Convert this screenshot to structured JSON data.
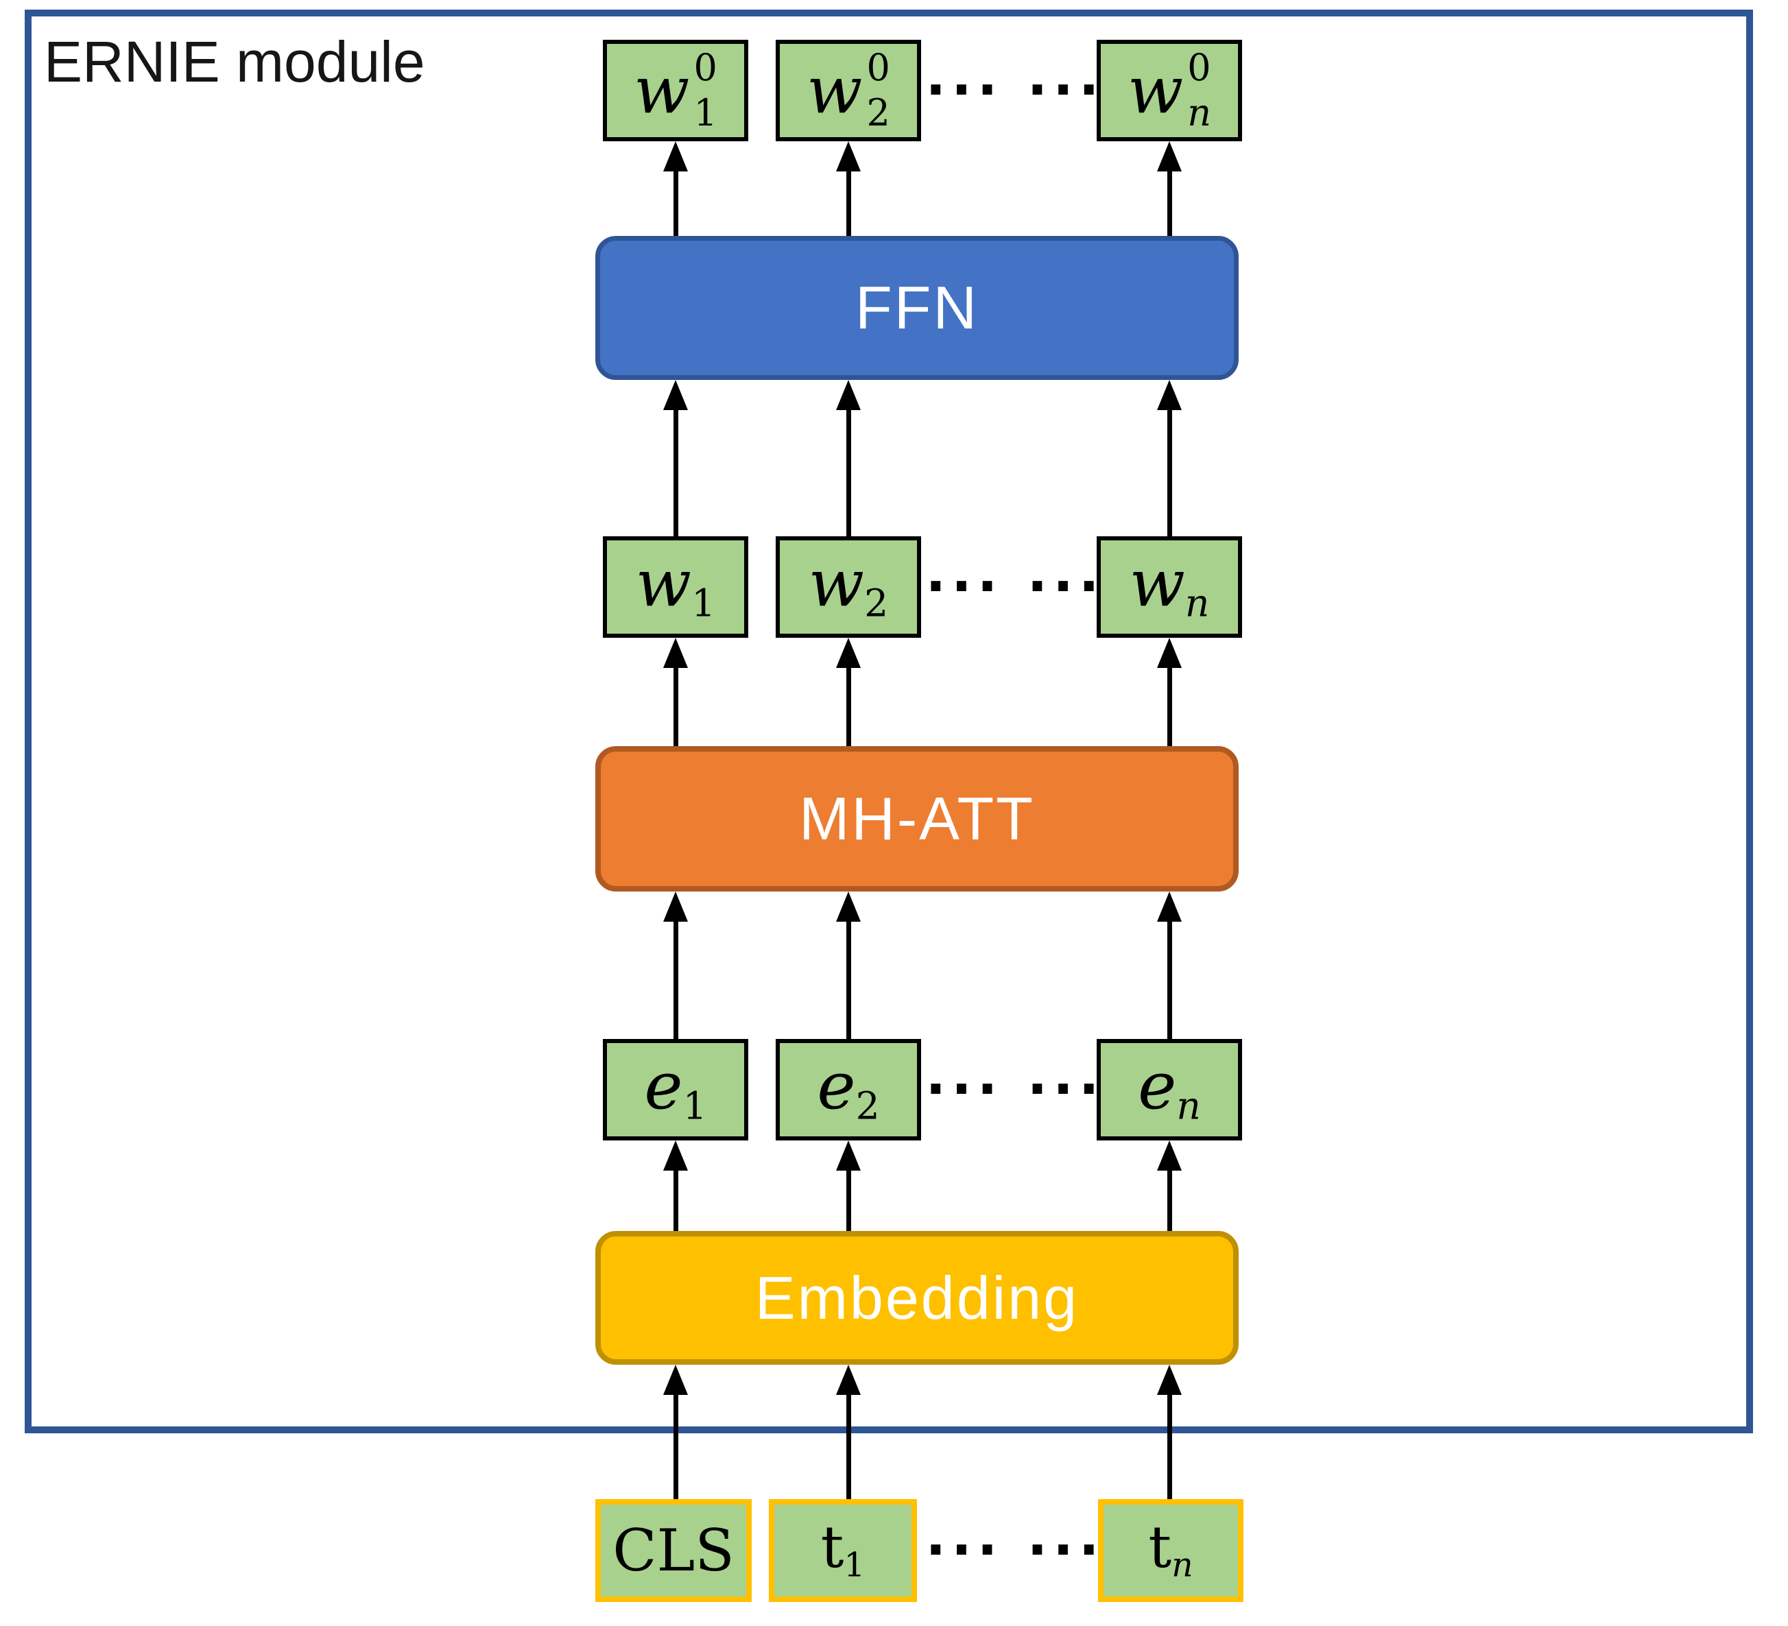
{
  "title": "ERNIE module",
  "colors": {
    "outer_border": "#2E5596",
    "node_fill": "#A9D18E",
    "node_border": "#000000",
    "input_node_border": "#FFC000",
    "ffn_fill": "#4472C4",
    "ffn_border": "#2F5597",
    "mh_att_fill": "#ED7D31",
    "mh_att_border": "#B05A21",
    "embedding_fill": "#FFC000",
    "embedding_border": "#BF9000",
    "arrow": "#000000",
    "big_label_text": "#FFFFFF"
  },
  "layers": {
    "ffn": {
      "label": "FFN"
    },
    "mh_att": {
      "label": "MH-ATT"
    },
    "embedding": {
      "label": "Embedding"
    }
  },
  "rows": {
    "output": {
      "dots": "··· ···",
      "cells": [
        {
          "base": "w",
          "sub": "1",
          "sup": "0"
        },
        {
          "base": "w",
          "sub": "2",
          "sup": "0"
        },
        {
          "base": "w",
          "sub": "n",
          "sup": "0"
        }
      ]
    },
    "hidden": {
      "dots": "··· ···",
      "cells": [
        {
          "base": "w",
          "sub": "1"
        },
        {
          "base": "w",
          "sub": "2"
        },
        {
          "base": "w",
          "sub": "n"
        }
      ]
    },
    "embeddings": {
      "dots": "··· ···",
      "cells": [
        {
          "base": "e",
          "sub": "1"
        },
        {
          "base": "e",
          "sub": "2"
        },
        {
          "base": "e",
          "sub": "n"
        }
      ]
    },
    "input": {
      "dots": "··· ···",
      "cells": [
        {
          "base": "CLS"
        },
        {
          "base": "t",
          "sub": "1"
        },
        {
          "base": "t",
          "sub": "n"
        }
      ]
    }
  }
}
